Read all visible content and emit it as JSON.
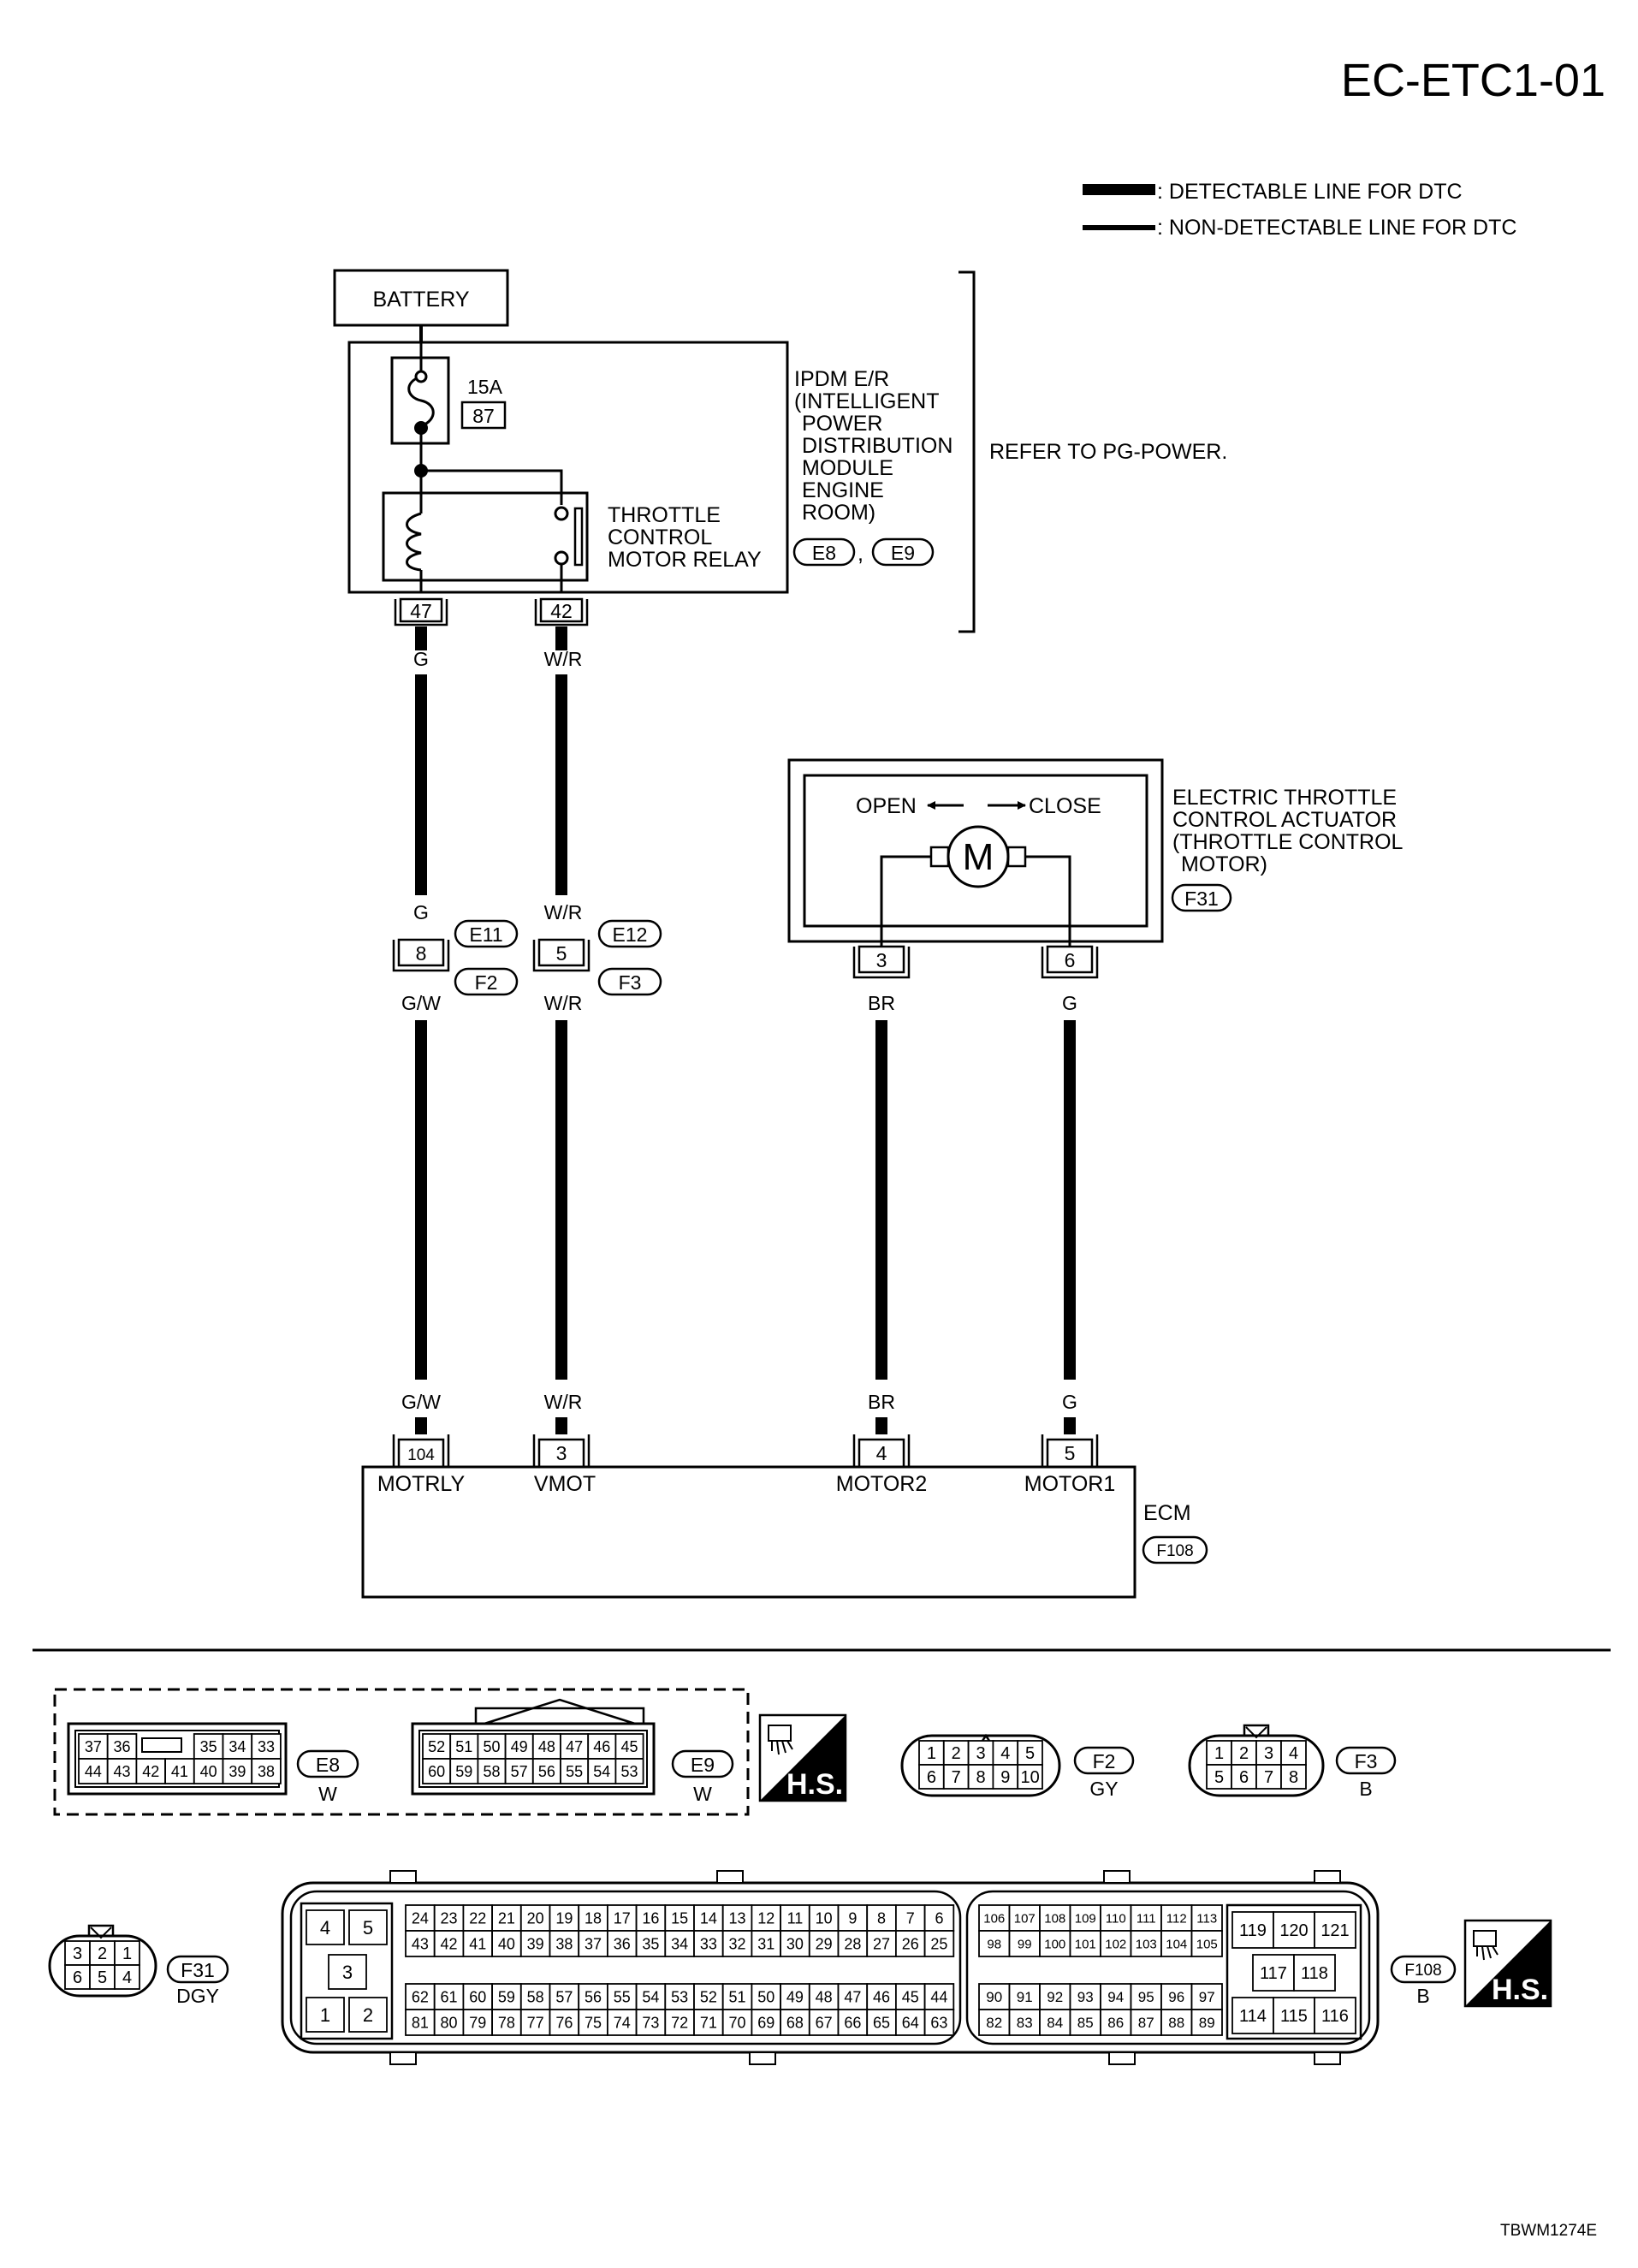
{
  "page_title": "EC-ETC1-01",
  "figure_id": "TBWM1274E",
  "legend": {
    "detectable": ": DETECTABLE LINE FOR DTC",
    "non_detectable": ": NON-DETECTABLE LINE FOR DTC"
  },
  "battery": "BATTERY",
  "fuse": {
    "rating": "15A",
    "number": "87"
  },
  "ipdm": {
    "lines": [
      "IPDM E/R",
      "(INTELLIGENT",
      "POWER",
      "DISTRIBUTION",
      "MODULE",
      "ENGINE",
      "ROOM)"
    ],
    "connectors": [
      "E8",
      "E9"
    ],
    "separator": ","
  },
  "refer": "REFER TO PG-POWER.",
  "relay": {
    "lines": [
      "THROTTLE",
      "CONTROL",
      "MOTOR RELAY"
    ]
  },
  "ipdm_terminals": [
    "47",
    "42"
  ],
  "wires_top": [
    "G",
    "W/R"
  ],
  "actuator": {
    "open": "OPEN",
    "close": "CLOSE",
    "motor_symbol": "M",
    "lines": [
      "ELECTRIC THROTTLE",
      "CONTROL ACTUATOR",
      "(THROTTLE CONTROL",
      "MOTOR)"
    ],
    "connector": "F31",
    "terminals": [
      "3",
      "6"
    ],
    "wires": [
      "BR",
      "G"
    ]
  },
  "joint_connectors": [
    {
      "upper_color": "G",
      "pin": "8",
      "upper_conn": "E11",
      "lower_conn": "F2",
      "lower_color": "G/W"
    },
    {
      "upper_color": "W/R",
      "pin": "5",
      "upper_conn": "E12",
      "lower_conn": "F3",
      "lower_color": "W/R"
    }
  ],
  "ecm": {
    "label": "ECM",
    "connector": "F108",
    "wire_colors": [
      "G/W",
      "W/R",
      "BR",
      "G"
    ],
    "terminals": [
      "104",
      "3",
      "4",
      "5"
    ],
    "signals": [
      "MOTRLY",
      "VMOT",
      "MOTOR2",
      "MOTOR1"
    ]
  },
  "connector_views": {
    "e8": {
      "id": "E8",
      "color": "W",
      "row1": [
        "37",
        "36",
        "35",
        "34",
        "33"
      ],
      "row2": [
        "44",
        "43",
        "42",
        "41",
        "40",
        "39",
        "38"
      ]
    },
    "e9": {
      "id": "E9",
      "color": "W",
      "row1": [
        "52",
        "51",
        "50",
        "49",
        "48",
        "47",
        "46",
        "45"
      ],
      "row2": [
        "60",
        "59",
        "58",
        "57",
        "56",
        "55",
        "54",
        "53"
      ]
    },
    "hs_mark": "H.S.",
    "f2": {
      "id": "F2",
      "color": "GY",
      "row1": [
        "1",
        "2",
        "3",
        "4",
        "5"
      ],
      "row2": [
        "6",
        "7",
        "8",
        "9",
        "10"
      ]
    },
    "f3": {
      "id": "F3",
      "color": "B",
      "row1": [
        "1",
        "2",
        "3",
        "4"
      ],
      "row2": [
        "5",
        "6",
        "7",
        "8"
      ]
    },
    "f31": {
      "id": "F31",
      "color": "DGY",
      "row1": [
        "3",
        "2",
        "1"
      ],
      "row2": [
        "6",
        "5",
        "4"
      ]
    },
    "f108": {
      "id": "F108",
      "color": "B",
      "power_block": [
        "4",
        "5",
        "3",
        "1",
        "2"
      ],
      "row1": [
        "24",
        "23",
        "22",
        "21",
        "20",
        "19",
        "18",
        "17",
        "16",
        "15",
        "14",
        "13",
        "12",
        "11",
        "10",
        "9",
        "8",
        "7",
        "6"
      ],
      "row2": [
        "43",
        "42",
        "41",
        "40",
        "39",
        "38",
        "37",
        "36",
        "35",
        "34",
        "33",
        "32",
        "31",
        "30",
        "29",
        "28",
        "27",
        "26",
        "25"
      ],
      "row3": [
        "62",
        "61",
        "60",
        "59",
        "58",
        "57",
        "56",
        "55",
        "54",
        "53",
        "52",
        "51",
        "50",
        "49",
        "48",
        "47",
        "46",
        "45",
        "44"
      ],
      "row4": [
        "81",
        "80",
        "79",
        "78",
        "77",
        "76",
        "75",
        "74",
        "73",
        "72",
        "71",
        "70",
        "69",
        "68",
        "67",
        "66",
        "65",
        "64",
        "63"
      ],
      "row5": [
        "106",
        "107",
        "108",
        "109",
        "110",
        "111",
        "112",
        "113"
      ],
      "row6": [
        "98",
        "99",
        "100",
        "101",
        "102",
        "103",
        "104",
        "105"
      ],
      "row7": [
        "90",
        "91",
        "92",
        "93",
        "94",
        "95",
        "96",
        "97"
      ],
      "row8": [
        "82",
        "83",
        "84",
        "85",
        "86",
        "87",
        "88",
        "89"
      ],
      "block_top": [
        "119",
        "120",
        "121"
      ],
      "block_mid": [
        "117",
        "118"
      ],
      "block_bot": [
        "114",
        "115",
        "116"
      ]
    }
  }
}
